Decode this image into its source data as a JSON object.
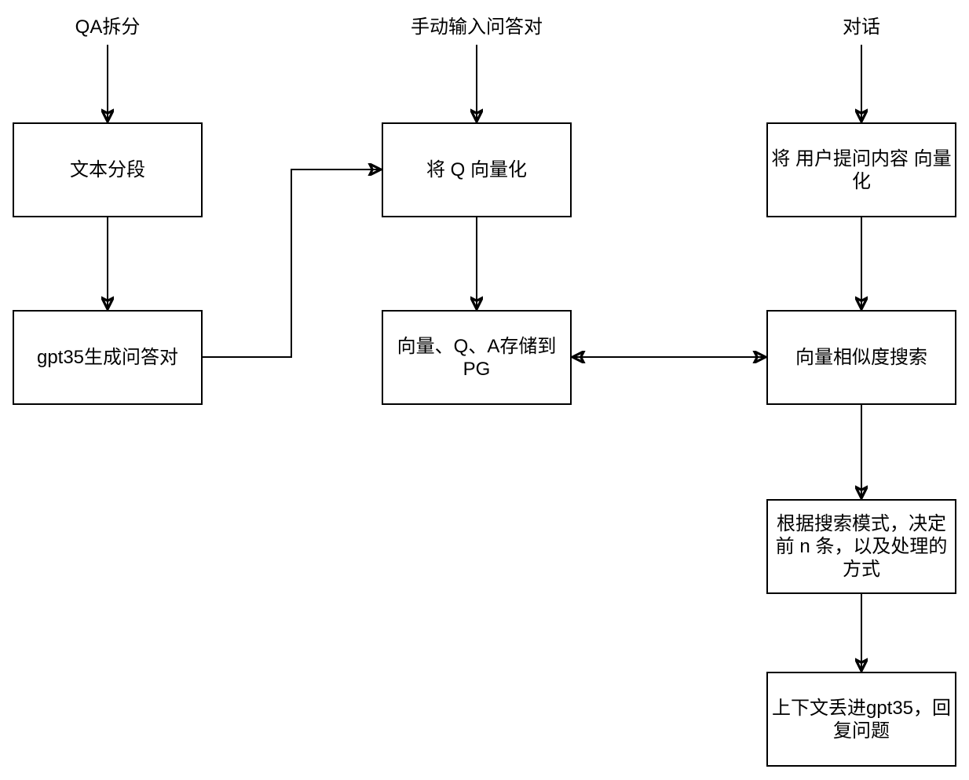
{
  "diagram": {
    "title": "QA vectorization and retrieval flowchart",
    "background_color": "#ffffff",
    "stroke_color": "#000000",
    "text_color": "#000000",
    "lanes": [
      {
        "id": "qa-split",
        "label": "QA拆分"
      },
      {
        "id": "manual-input-qa",
        "label": "手动输入问答对"
      },
      {
        "id": "chat",
        "label": "对话"
      }
    ],
    "nodes": [
      {
        "id": "text-segmentation",
        "label": "文本分段"
      },
      {
        "id": "gpt35-generate-qa",
        "label": "gpt35生成问答对"
      },
      {
        "id": "vectorize-q",
        "label": "将 Q 向量化"
      },
      {
        "id": "store-to-pg",
        "label": "向量、Q、A存储到\nPG"
      },
      {
        "id": "vectorize-user-question",
        "label": "将 用户提问内容 向量\n化"
      },
      {
        "id": "vector-similarity-search",
        "label": "向量相似度搜索"
      },
      {
        "id": "search-mode-decision",
        "label": "根据搜索模式，决定\n前 n 条，以及处理的\n方式"
      },
      {
        "id": "answer-with-gpt35",
        "label": "上下文丢进gpt35，回\n复问题"
      }
    ],
    "edges": [
      {
        "from": "qa-split-label",
        "to": "text-segmentation",
        "arrow": "end"
      },
      {
        "from": "manual-input-qa-label",
        "to": "vectorize-q",
        "arrow": "end"
      },
      {
        "from": "chat-label",
        "to": "vectorize-user-question",
        "arrow": "end"
      },
      {
        "from": "text-segmentation",
        "to": "gpt35-generate-qa",
        "arrow": "end"
      },
      {
        "from": "gpt35-generate-qa",
        "to": "vectorize-q",
        "arrow": "end"
      },
      {
        "from": "vectorize-q",
        "to": "store-to-pg",
        "arrow": "end"
      },
      {
        "from": "vectorize-user-question",
        "to": "vector-similarity-search",
        "arrow": "end"
      },
      {
        "from": "store-to-pg",
        "to": "vector-similarity-search",
        "arrow": "both"
      },
      {
        "from": "vector-similarity-search",
        "to": "search-mode-decision",
        "arrow": "end"
      },
      {
        "from": "search-mode-decision",
        "to": "answer-with-gpt35",
        "arrow": "end"
      }
    ]
  }
}
